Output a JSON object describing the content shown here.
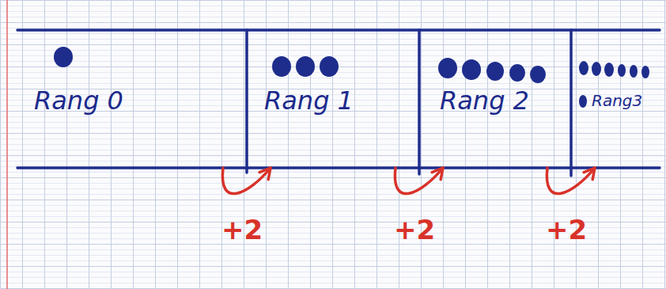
{
  "diagram": {
    "nodes": [
      {
        "text": [
          "Rang 0"
        ]
      },
      {
        "text": [
          "Rang 1"
        ]
      },
      {
        "text": [
          "Rang 2"
        ]
      },
      {
        "text": [
          "Rang3"
        ]
      }
    ],
    "edges": [
      {
        "from": 0,
        "to": 1,
        "arrow": "to",
        "label": "+2"
      },
      {
        "from": 1,
        "to": 2,
        "arrow": "to",
        "label": "+2"
      },
      {
        "from": 2,
        "to": 3,
        "arrow": "to",
        "label": "+2"
      }
    ]
  }
}
